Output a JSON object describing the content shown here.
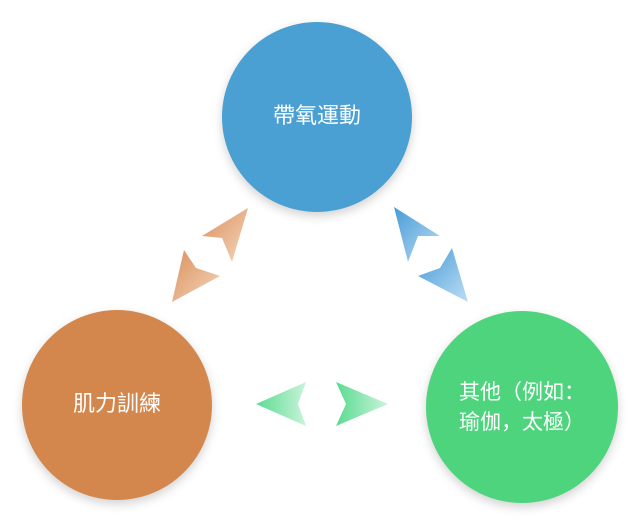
{
  "nodes": {
    "aerobic": {
      "label": "帶氧運動",
      "color": "#4a9fd3"
    },
    "strength": {
      "label": "肌力訓練",
      "color": "#d4874c"
    },
    "other": {
      "label": "其他（例如：\n瑜伽，太極）",
      "color": "#4fd47e"
    }
  },
  "connectors": {
    "strength_aerobic": {
      "color": "#e0a173",
      "direction": "bidirectional"
    },
    "aerobic_other": {
      "color": "#5aaee0",
      "direction": "bidirectional"
    },
    "strength_other": {
      "color": "#6ee39a",
      "direction": "bidirectional"
    }
  }
}
